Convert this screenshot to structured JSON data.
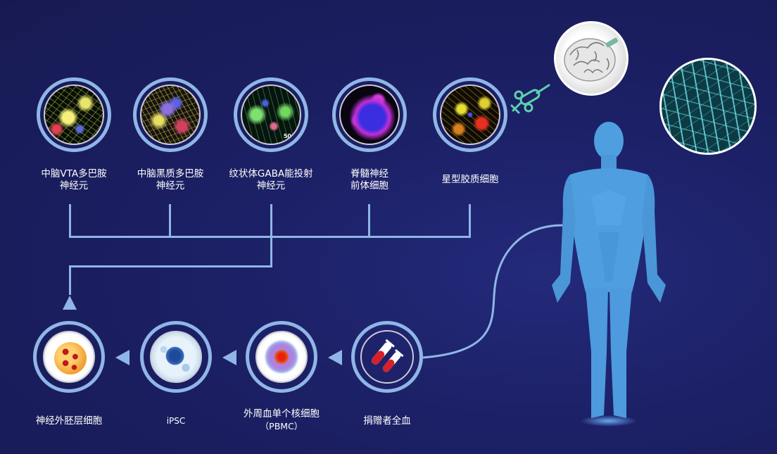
{
  "diagram": {
    "top_row": [
      {
        "id": "vta-dopamine",
        "label_line1": "中脑VTA多巴胺",
        "label_line2": "神经元",
        "image": "fluorescent-neuron-network-yellow-green"
      },
      {
        "id": "sn-dopamine",
        "label_line1": "中脑黑质多巴胺",
        "label_line2": "神经元",
        "image": "fluorescent-neuron-network-yellow-purple"
      },
      {
        "id": "striatal-gaba",
        "label_line1": "纹状体GABA能投射",
        "label_line2": "神经元",
        "image": "fluorescent-neurons-green-pink",
        "scale_text": "50"
      },
      {
        "id": "spinal-progenitor",
        "label_line1": "脊髓神经",
        "label_line2": "前体细胞",
        "image": "fluorescent-cluster-blue-magenta"
      },
      {
        "id": "astrocyte",
        "label_line1": "星型胶质细胞",
        "label_line2": "",
        "image": "fluorescent-astrocytes-red-yellow"
      }
    ],
    "bottom_row": [
      {
        "id": "neuroectoderm",
        "label": "神经外胚层细胞",
        "sub": "",
        "image": "embryo-cell-cluster"
      },
      {
        "id": "ipsc",
        "label": "iPSC",
        "sub": "",
        "image": "stem-cell"
      },
      {
        "id": "pbmc",
        "label": "外周血单个核细胞",
        "sub": "（PBMC）",
        "image": "blood-mononuclear-cell"
      },
      {
        "id": "donor-blood",
        "label": "捐赠者全血",
        "sub": "",
        "image": "blood-test-tubes"
      }
    ],
    "right_side": {
      "figure": "human-body-silhouette",
      "brain_image": "brain-injection",
      "fiber_image": "neural-fiber-network",
      "syringe_icon": "syringe"
    },
    "colors": {
      "background": "#1c2066",
      "accent_line": "#8fb6e6",
      "figure": "#4f9fe0",
      "syringe": "#5ed0b0"
    }
  }
}
